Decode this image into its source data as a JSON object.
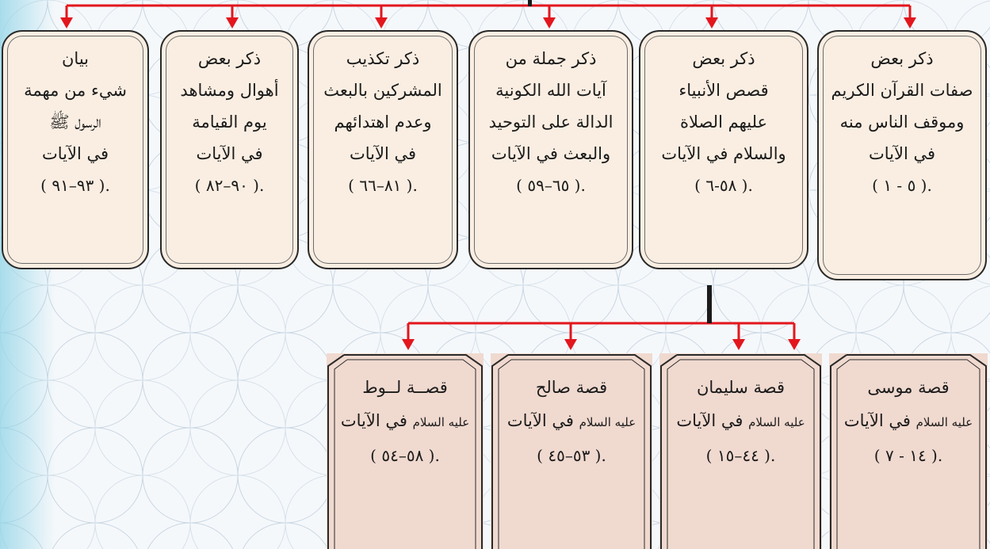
{
  "colors": {
    "arrow": "#e3161d",
    "box_fill": "#faeee2",
    "story_fill": "#f0d9cf",
    "border": "#2a2a2a"
  },
  "honorific": "عليه السلام",
  "top_boxes": [
    {
      "lines": [
        "ذكر بعض",
        "صفات القرآن الكريم",
        "وموقف الناس منه",
        "في الآيات"
      ],
      "ref": ".( ٥ - ١ )"
    },
    {
      "lines": [
        "ذكر بعض",
        "قصص الأنبياء",
        "عليهم الصلاة",
        "والسلام في الآيات"
      ],
      "ref": ".( ٥٨-٦ )"
    },
    {
      "lines": [
        "ذكر جملة من",
        "آيات الله الكونية",
        "الدالة على التوحيد",
        "والبعث في الآيات"
      ],
      "ref": ".( ٦٥–٥٩ )"
    },
    {
      "lines": [
        "ذكر تكذيب",
        "المشركين بالبعث",
        "وعدم اهتدائهم",
        "في الآيات"
      ],
      "ref": ".( ٨١–٦٦ )"
    },
    {
      "lines": [
        "ذكر بعض",
        "أهوال ومشاهد",
        "يوم القيامة",
        "في الآيات"
      ],
      "ref": ".( ٩٠–٨٢ )"
    },
    {
      "lines": [
        "بيان",
        "شيء من مهمة",
        "الرسول ﷺ",
        "في الآيات"
      ],
      "ref": ".( ٩٣–٩١ )"
    }
  ],
  "stories": [
    {
      "title": "قصة موسى",
      "tail": "في الآيات",
      "ref": ".( ١٤ - ٧ )"
    },
    {
      "title": "قصة سليمان",
      "tail": "في الآيات",
      "ref": ".( ٤٤–١٥ )"
    },
    {
      "title": "قصة صالح",
      "tail": "في الآيات",
      "ref": ".( ٥٣–٤٥ )"
    },
    {
      "title": "قصــة لــوط",
      "tail": "في الآيات",
      "ref": ".( ٥٨–٥٤ )"
    }
  ]
}
